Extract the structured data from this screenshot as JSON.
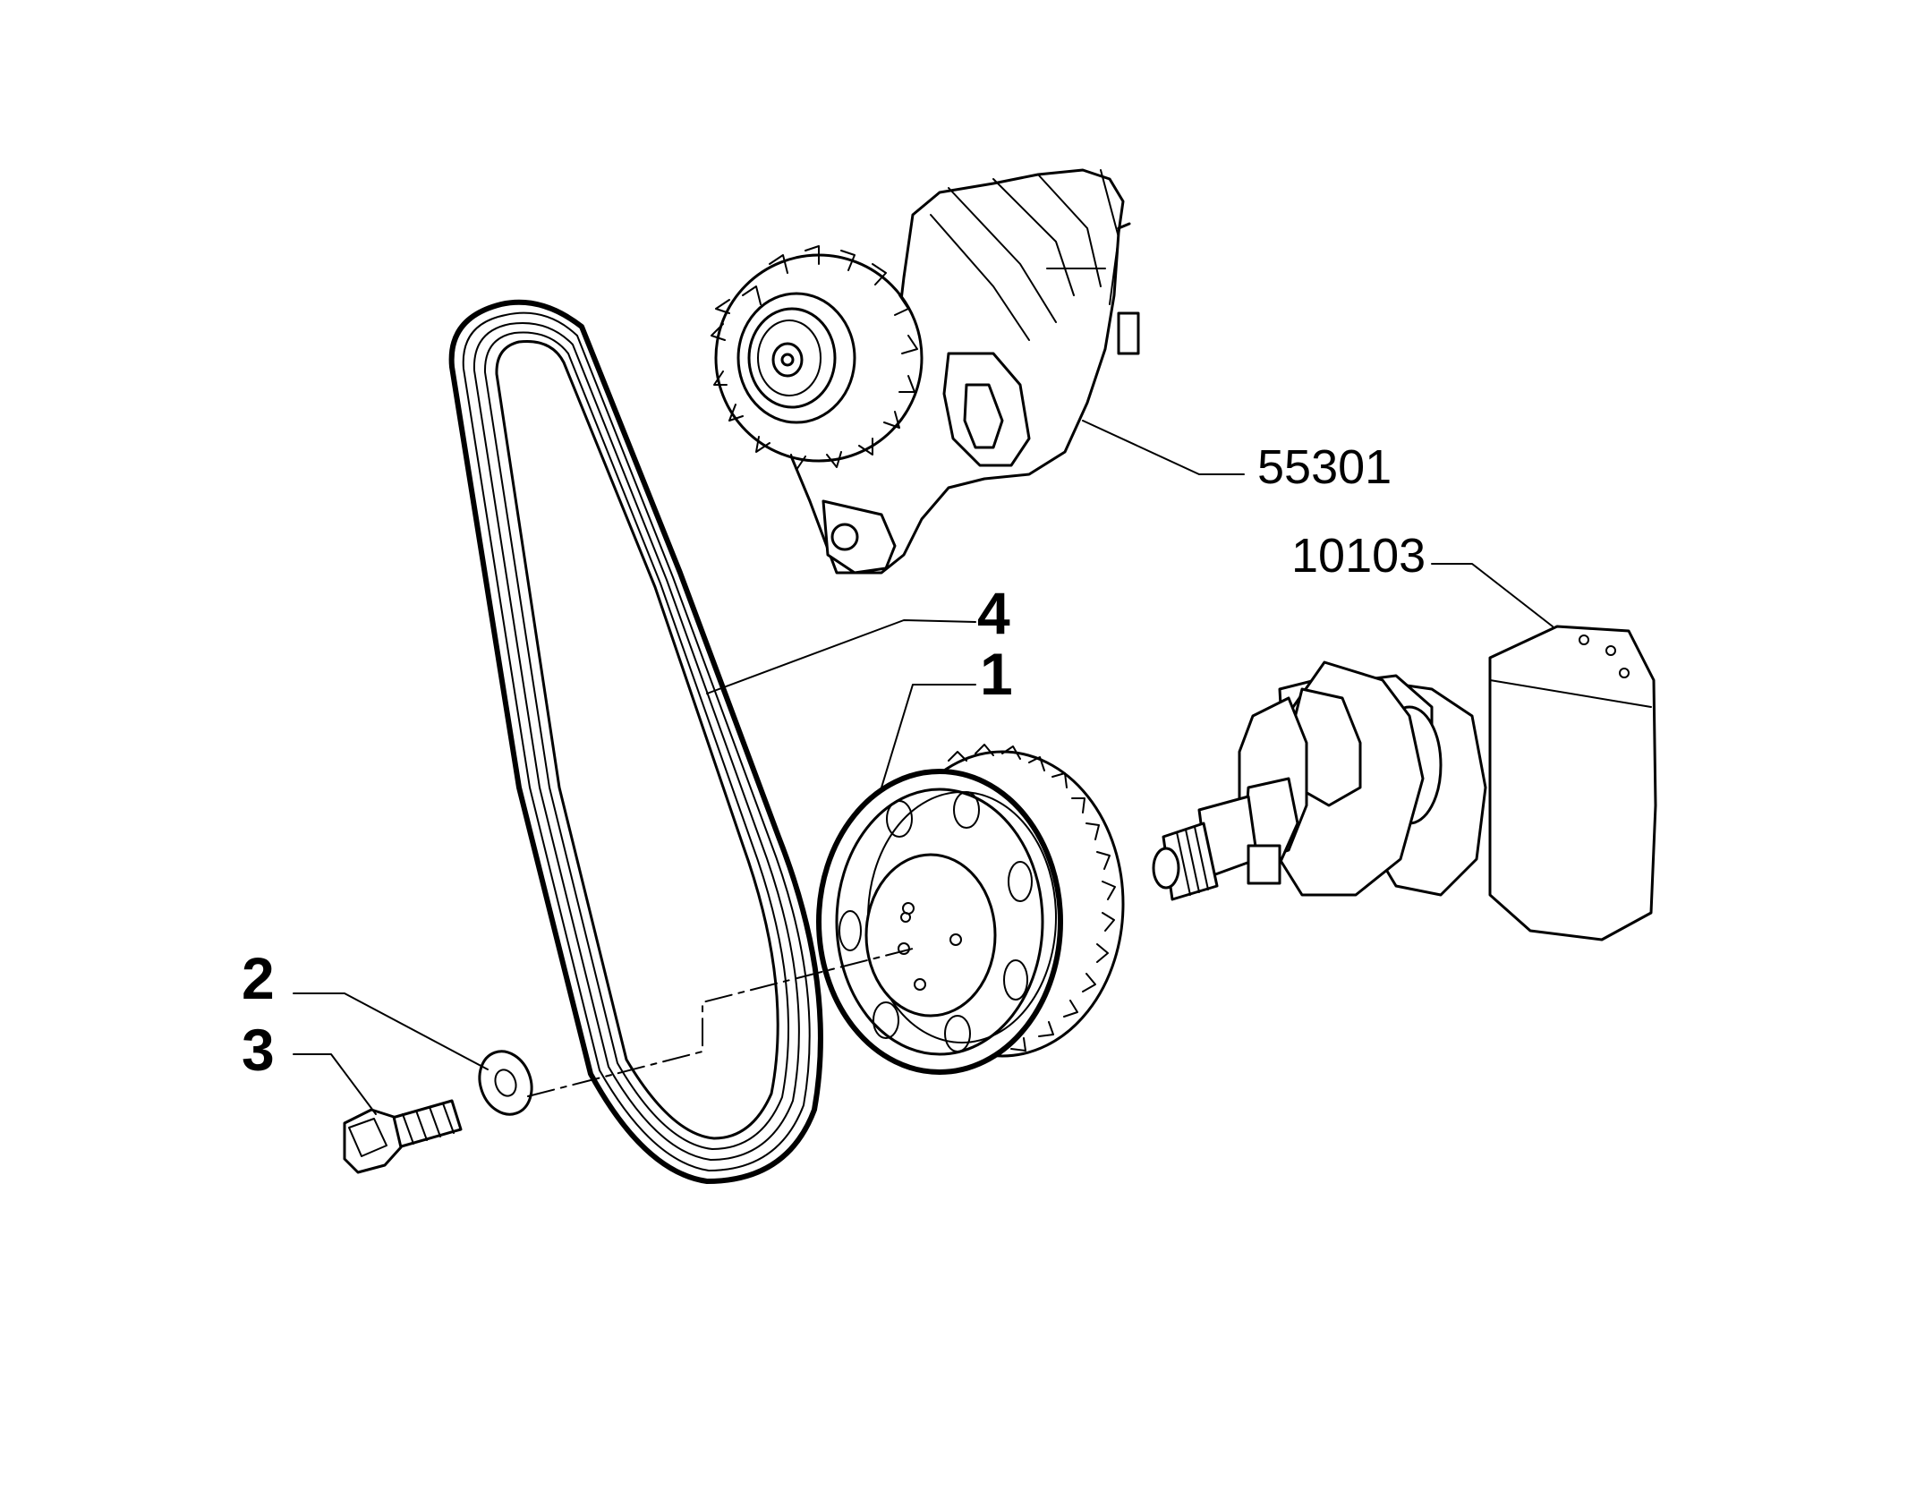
{
  "callouts": {
    "belt": "4",
    "pulley": "1",
    "washer": "2",
    "bolt": "3",
    "alternator": "55301",
    "crankshaft": "10103"
  }
}
